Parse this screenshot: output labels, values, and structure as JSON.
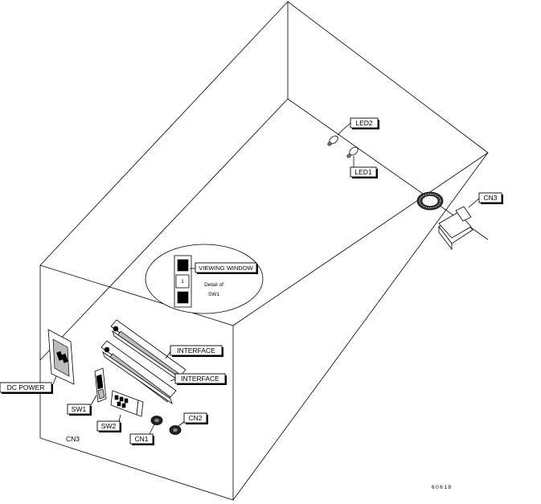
{
  "labels": {
    "led2": "LED2",
    "led1": "LED1",
    "cn3_top": "CN3",
    "viewing_window": "VIEWING WINDOW",
    "detail_of": "Detail of",
    "sw1_detail": "SW1",
    "switch_digit": "1",
    "interface_1": "INTERFACE",
    "interface_2": "INTERFACE",
    "dc_power": "DC POWER",
    "sw1": "SW1",
    "sw2": "SW2",
    "cn1": "CN1",
    "cn2": "CN2",
    "cn3_bottom": "CN3",
    "figure_number": "60618"
  },
  "colors": {
    "line": "#000000",
    "background": "#ffffff",
    "shading": "#bcbcbc"
  }
}
